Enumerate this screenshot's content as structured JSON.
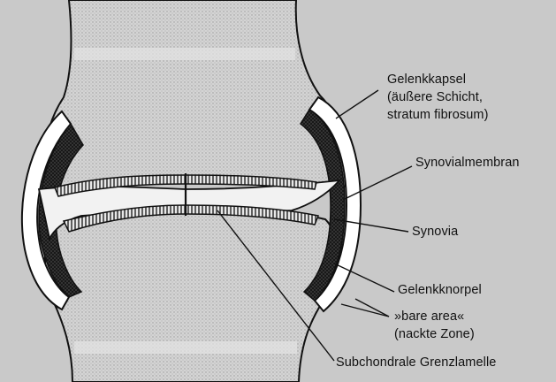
{
  "labels": {
    "gelenkkapsel": [
      "Gelenkkapsel",
      "(äußere Schicht,",
      "stratum fibrosum)"
    ],
    "synovialmembran": "Synovialmembran",
    "synovia": "Synovia",
    "gelenkknorpel": "Gelenkknorpel",
    "bare_area": [
      "»bare area«",
      "(nackte Zone)"
    ],
    "subchondral": "Subchondrale Grenzlamelle"
  },
  "colors": {
    "background": "#c9c9c9",
    "bone": "#d6d6d6",
    "capsule_fill": "#2a2a2a",
    "outline": "#111111",
    "cavity": "#f2f2f2"
  }
}
